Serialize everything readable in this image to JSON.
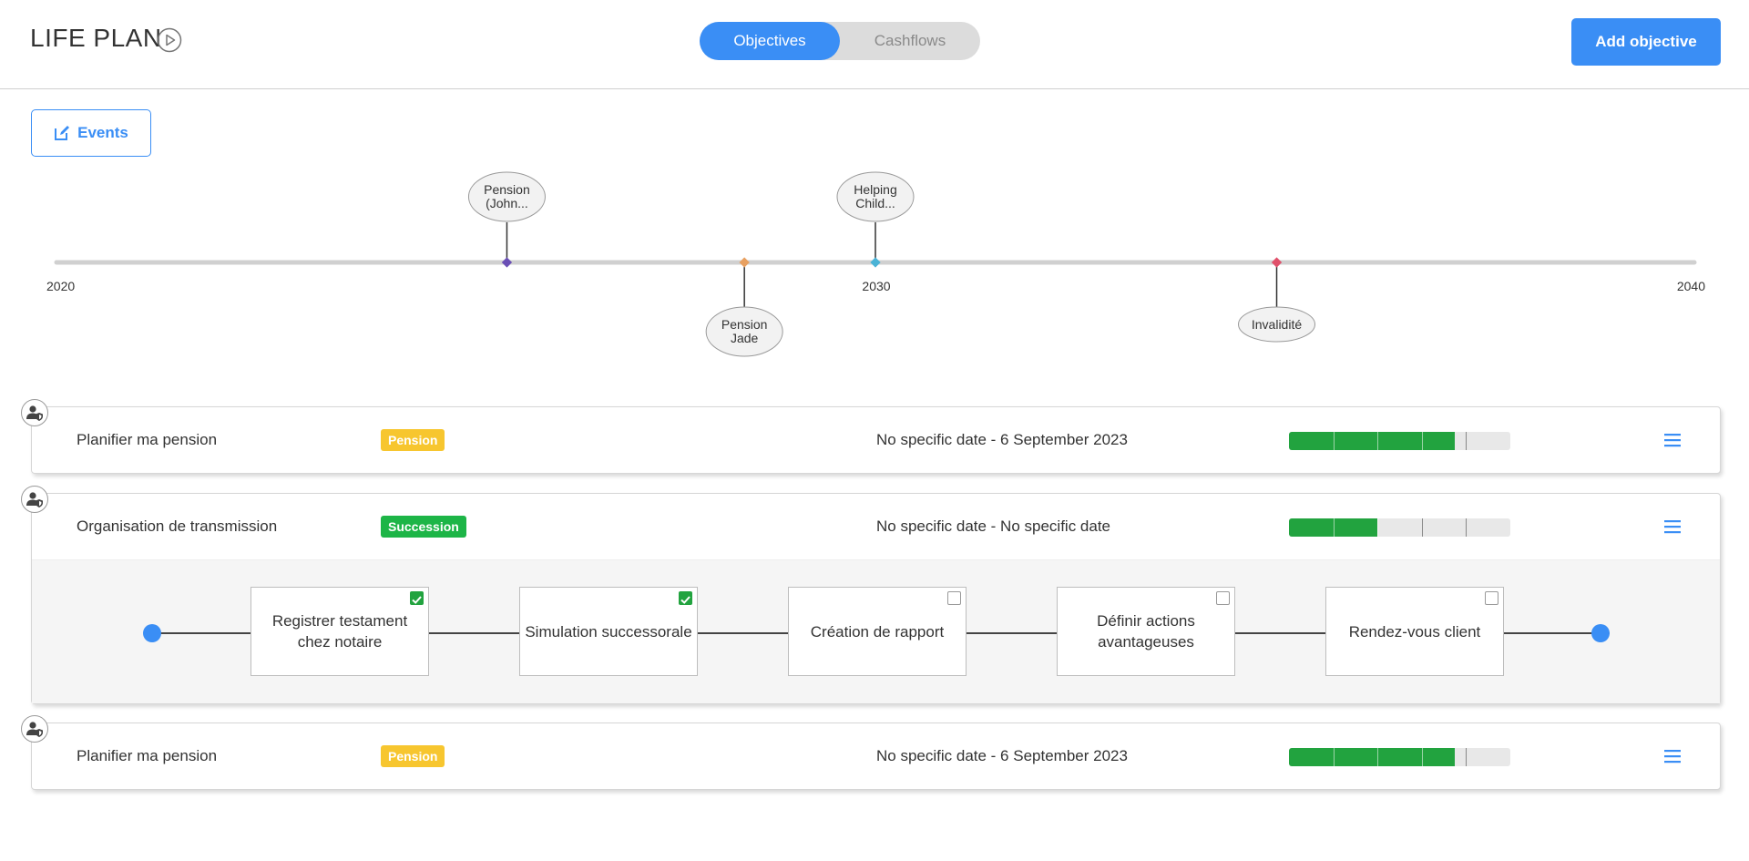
{
  "header": {
    "title": "LIFE PLAN",
    "tabs": [
      {
        "label": "Objectives",
        "active": true
      },
      {
        "label": "Cashflows",
        "active": false
      }
    ],
    "add_button": "Add objective"
  },
  "events_button": "Events",
  "timeline": {
    "start_year": 2020,
    "end_year": 2040,
    "year_labels": [
      "2020",
      "2030",
      "2040"
    ],
    "events": [
      {
        "label": [
          "Pension",
          "(John..."
        ],
        "year": 2025.5,
        "position": "above",
        "color": "#6a4fb5"
      },
      {
        "label": [
          "Pension",
          "Jade"
        ],
        "year": 2028.4,
        "position": "below",
        "color": "#e8a060"
      },
      {
        "label": [
          "Helping",
          "Child..."
        ],
        "year": 2030.0,
        "position": "above",
        "color": "#4ab3d6"
      },
      {
        "label": [
          "Invalidité"
        ],
        "year": 2034.9,
        "position": "below",
        "color": "#e0506a"
      }
    ]
  },
  "objectives": [
    {
      "title": "Planifier ma pension",
      "tag": "Pension",
      "tag_type": "pension",
      "date": "No specific date - 6 September 2023",
      "progress_filled_fraction": 0.75,
      "expanded": false
    },
    {
      "title": "Organisation de transmission",
      "tag": "Succession",
      "tag_type": "succession",
      "date": "No specific date - No specific date",
      "progress_filled_fraction": 0.4,
      "expanded": true,
      "steps": [
        {
          "label": "Registrer testament chez notaire",
          "checked": true
        },
        {
          "label": "Simulation successorale",
          "checked": true
        },
        {
          "label": "Création de rapport",
          "checked": false
        },
        {
          "label": "Définir actions avantageuses",
          "checked": false
        },
        {
          "label": "Rendez-vous client",
          "checked": false
        }
      ]
    },
    {
      "title": "Planifier ma pension",
      "tag": "Pension",
      "tag_type": "pension",
      "date": "No specific date - 6 September 2023",
      "progress_filled_fraction": 0.75,
      "expanded": false
    }
  ],
  "colors": {
    "accent": "#3a8ef5",
    "progress": "#22a33f",
    "pension_tag": "#f7c62f",
    "succession_tag": "#1db547"
  }
}
